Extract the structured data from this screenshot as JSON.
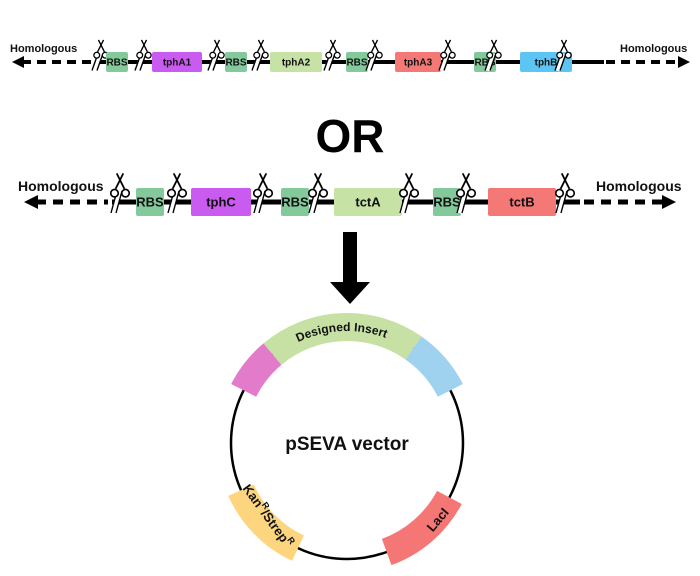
{
  "colors": {
    "rbs": "#84c99b",
    "purple": "#c95bf0",
    "light_green": "#c6e2a4",
    "red": "#f47876",
    "blue": "#5dc5f3",
    "pink": "#e27bca",
    "yellow": "#fdd57f",
    "plasmid_green": "#c6e1a3",
    "plasmid_blue": "#9fd2ef",
    "plasmid_red": "#f47775"
  },
  "construct_1": {
    "left_label": "Homologous",
    "right_label": "Homologous",
    "parts": [
      {
        "type": "cut"
      },
      {
        "type": "box",
        "label": "RBS",
        "color": "rbs"
      },
      {
        "type": "cut"
      },
      {
        "type": "box",
        "label": "tphA1",
        "color": "purple"
      },
      {
        "type": "cut"
      },
      {
        "type": "box",
        "label": "RBS",
        "color": "rbs"
      },
      {
        "type": "cut"
      },
      {
        "type": "box",
        "label": "tphA2",
        "color": "light_green"
      },
      {
        "type": "cut"
      },
      {
        "type": "box",
        "label": "RBS",
        "color": "rbs"
      },
      {
        "type": "cut"
      },
      {
        "type": "box",
        "label": "tphA3",
        "color": "red"
      },
      {
        "type": "cut"
      },
      {
        "type": "box",
        "label": "RBS",
        "color": "rbs"
      },
      {
        "type": "cut"
      },
      {
        "type": "box",
        "label": "tphB",
        "color": "blue"
      },
      {
        "type": "cut"
      }
    ]
  },
  "or_text": "OR",
  "construct_2": {
    "left_label": "Homologous",
    "right_label": "Homologous",
    "parts": [
      {
        "type": "cut"
      },
      {
        "type": "box",
        "label": "RBS",
        "color": "rbs"
      },
      {
        "type": "cut"
      },
      {
        "type": "box",
        "label": "tphC",
        "color": "purple"
      },
      {
        "type": "cut"
      },
      {
        "type": "box",
        "label": "RBS",
        "color": "rbs"
      },
      {
        "type": "cut"
      },
      {
        "type": "box",
        "label": "tctA",
        "color": "light_green"
      },
      {
        "type": "cut"
      },
      {
        "type": "box",
        "label": "RBS",
        "color": "rbs"
      },
      {
        "type": "cut"
      },
      {
        "type": "box",
        "label": "tctB",
        "color": "red"
      },
      {
        "type": "cut"
      }
    ]
  },
  "plasmid": {
    "center_label": "pSEVA vector",
    "segments": [
      {
        "name": "designed-insert",
        "label": "Designed Insert",
        "color": "plasmid_green"
      },
      {
        "name": "blue-marker",
        "label": "",
        "color": "plasmid_blue"
      },
      {
        "name": "pink-marker",
        "label": "",
        "color": "pink"
      },
      {
        "name": "laci",
        "label": "LacI",
        "color": "plasmid_red"
      },
      {
        "name": "kan-strep",
        "label": "Kan",
        "label2": "/Strep",
        "sup": "R",
        "color": "yellow"
      }
    ]
  }
}
